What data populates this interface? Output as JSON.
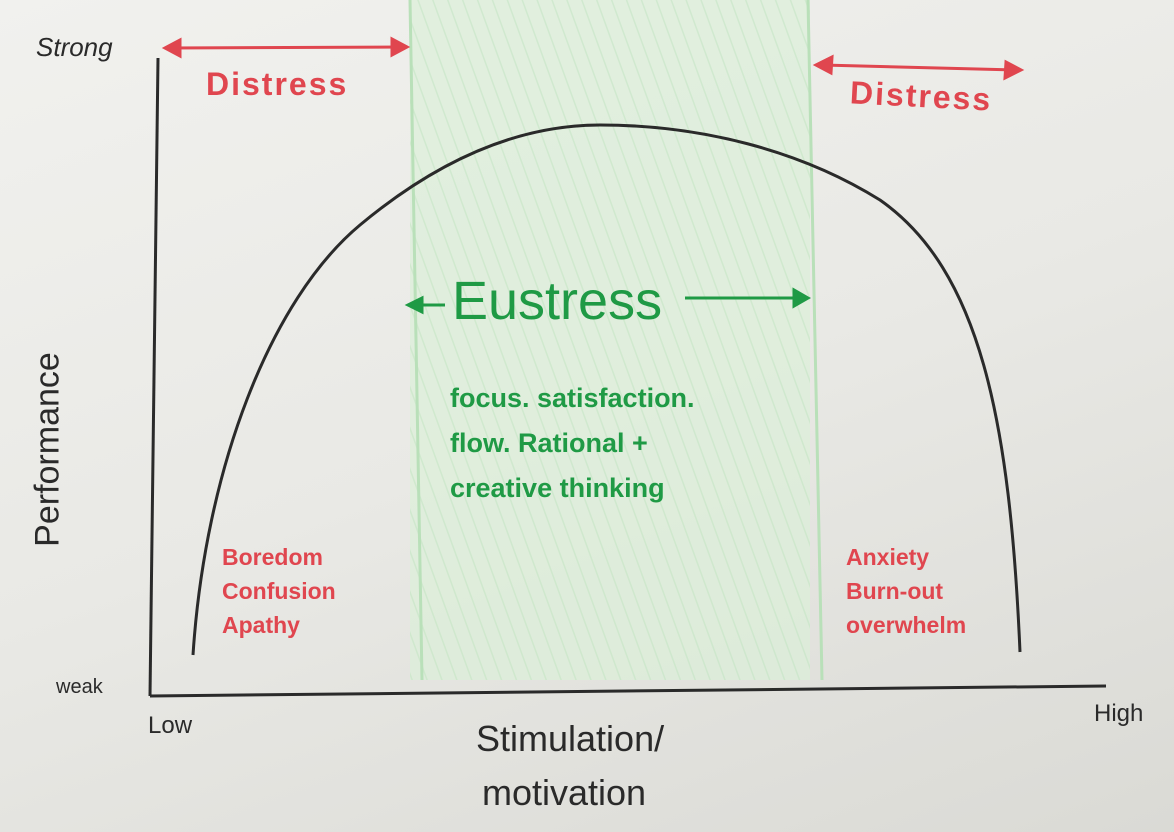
{
  "axes": {
    "y_label": "Performance",
    "y_top": "Strong",
    "y_bottom": "weak",
    "x_left": "Low",
    "x_right": "High",
    "x_label_line1": "Stimulation/",
    "x_label_line2": "motivation"
  },
  "zones": {
    "left_distress": "Distress",
    "right_distress": "Distress",
    "eustress": "Eustress",
    "eustress_desc": [
      "focus. satisfaction.",
      "flow. Rational +",
      "creative thinking"
    ],
    "left_states": [
      "Boredom",
      "Confusion",
      "Apathy"
    ],
    "right_states": [
      "Anxiety",
      "Burn-out",
      "overwhelm"
    ]
  },
  "colors": {
    "distress": "#e0464f",
    "eustress": "#1f9a45",
    "band": "#c9e8c9",
    "ink": "#2a2a2a"
  }
}
